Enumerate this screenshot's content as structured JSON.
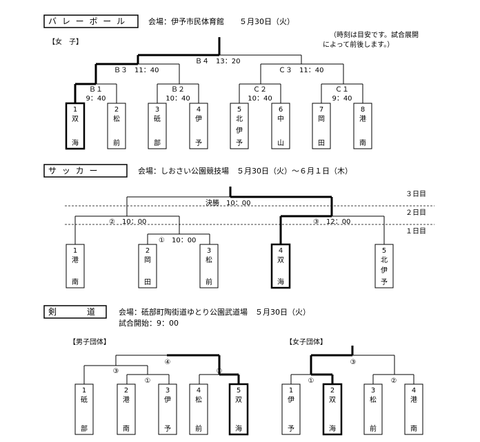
{
  "volleyball": {
    "title": "バ レ ー ボ ー ル",
    "venue": "会場：伊予市民体育館　　５月30日（火）",
    "category": "【女　子】",
    "note_line1": "（時刻は目安です。試合展開",
    "note_line2": "によって前後します。）",
    "matches": {
      "b4": "Ｂ４　13：20",
      "b3": "Ｂ３　11：40",
      "c3": "Ｃ３　11：40",
      "b1_name": "Ｂ１",
      "b1_time": "9：40",
      "b2_name": "Ｂ２",
      "b2_time": "10：40",
      "c2_name": "Ｃ２",
      "c2_time": "10：40",
      "c1_name": "Ｃ１",
      "c1_time": "9：40"
    },
    "teams": [
      {
        "num": "1",
        "name_top": "双",
        "name_bottom": "海"
      },
      {
        "num": "2",
        "name_top": "松",
        "name_bottom": "前"
      },
      {
        "num": "3",
        "name_top": "砥",
        "name_bottom": "部"
      },
      {
        "num": "4",
        "name_top": "伊",
        "name_bottom": "予"
      },
      {
        "num": "5",
        "name_top": "北",
        "name_mid": "伊",
        "name_bottom": "予"
      },
      {
        "num": "6",
        "name_top": "中",
        "name_bottom": "山"
      },
      {
        "num": "7",
        "name_top": "岡",
        "name_bottom": "田"
      },
      {
        "num": "8",
        "name_top": "港",
        "name_bottom": "南"
      }
    ]
  },
  "soccer": {
    "title": "サ ッ カ ー",
    "venue": "会場：しおさい公園競技場　５月30日（火）～６月１日（木）",
    "day3": "３日目",
    "day2": "２日目",
    "day1": "１日目",
    "final": "決勝　10：00",
    "m2": "②　10：00",
    "m1": "①　10：00",
    "m3": "③　12：00",
    "teams": [
      {
        "num": "1",
        "name_top": "港",
        "name_bottom": "南"
      },
      {
        "num": "2",
        "name_top": "岡",
        "name_bottom": "田"
      },
      {
        "num": "3",
        "name_top": "松",
        "name_bottom": "前"
      },
      {
        "num": "4",
        "name_top": "双",
        "name_bottom": "海"
      },
      {
        "num": "5",
        "name_top": "北",
        "name_mid": "伊",
        "name_bottom": "予"
      }
    ]
  },
  "kendo": {
    "title": "剣　　　道",
    "venue": "会場：砥部町陶街道ゆとり公園武道場　５月30日（火）",
    "start": "試合開始：9：00",
    "men": {
      "label": "【男子団体】",
      "m4": "④",
      "m3": "③",
      "m1": "①",
      "m2": "②",
      "teams": [
        {
          "num": "1",
          "name_top": "砥",
          "name_bottom": "部"
        },
        {
          "num": "2",
          "name_top": "港",
          "name_bottom": "南"
        },
        {
          "num": "3",
          "name_top": "伊",
          "name_bottom": "予"
        },
        {
          "num": "4",
          "name_top": "松",
          "name_bottom": "前"
        },
        {
          "num": "5",
          "name_top": "双",
          "name_bottom": "海"
        }
      ]
    },
    "women": {
      "label": "【女子団体】",
      "m3": "③",
      "m1": "①",
      "m2": "②",
      "teams": [
        {
          "num": "1",
          "name_top": "伊",
          "name_bottom": "予"
        },
        {
          "num": "2",
          "name_top": "双",
          "name_bottom": "海"
        },
        {
          "num": "3",
          "name_top": "松",
          "name_bottom": "前"
        },
        {
          "num": "4",
          "name_top": "港",
          "name_bottom": "南"
        }
      ]
    }
  }
}
